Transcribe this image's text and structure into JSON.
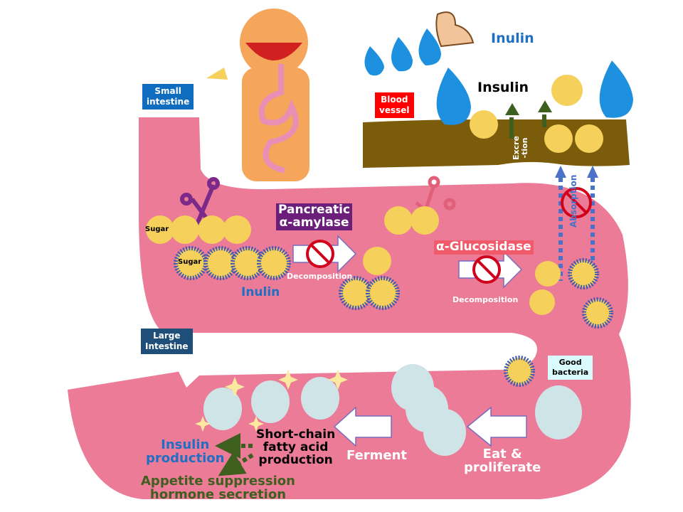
{
  "labels": {
    "small_intestine": "Small\nintestine",
    "large_intestine": "Large\nIntestine",
    "blood_vessel": "Blood\nvessel",
    "inulin_top": "Inulin",
    "insulin": "Insulin",
    "excretion": "Excre\n-tion",
    "absorption": "Absorption",
    "sugar_1": "Sugar",
    "sugar_2": "Sugar",
    "pancreatic_amylase": "Pancreatic\nα-amylase",
    "decomposition_1": "Decomposition",
    "inulin_mid": "Inulin",
    "alpha_glucosidase": "α-Glucosidase",
    "decomposition_2": "Decomposition",
    "good_bacteria": "Good\nbacteria",
    "eat_proliferate": "Eat &\nproliferate",
    "ferment": "Ferment",
    "scfa": "Short-chain\nfatty acid\nproduction",
    "insulin_production": "Insulin\nproduction",
    "appetite": "Appetite suppression\nhormone secretion"
  },
  "colors": {
    "intestine": "#ec7b98",
    "blood_vessel": "#7a5c0a",
    "small_intestine_box": "#0f6cbf",
    "large_intestine_box": "#1f4e79",
    "blood_vessel_box": "#ff0000",
    "amylase_box": "#6b1f7a",
    "glucosidase_box": "#f05a6a",
    "good_bacteria_box": "#d9fbfd",
    "sugar": "#f5d05a",
    "inulin_spike": "#3e5ab0",
    "bacteria": "#cfe4e6",
    "inulin_text": "#1f6fc4",
    "appetite_text": "#3f5f1f"
  }
}
